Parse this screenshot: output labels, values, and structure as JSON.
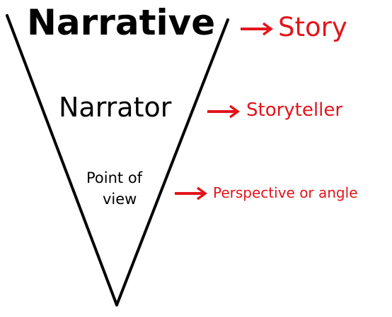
{
  "levels": [
    {
      "term": "Narrative",
      "meaning": "Story"
    },
    {
      "term": "Narrator",
      "meaning": "Storyteller"
    },
    {
      "term": "Point of view",
      "term_lines": [
        "Point of",
        "view"
      ],
      "meaning": "Perspective or angle"
    }
  ],
  "colors": {
    "term": "#000000",
    "meaning": "#e3141b",
    "arrow": "#e3141b",
    "funnel": "#000000"
  },
  "icons": {
    "arrow": "right-arrow-icon"
  }
}
